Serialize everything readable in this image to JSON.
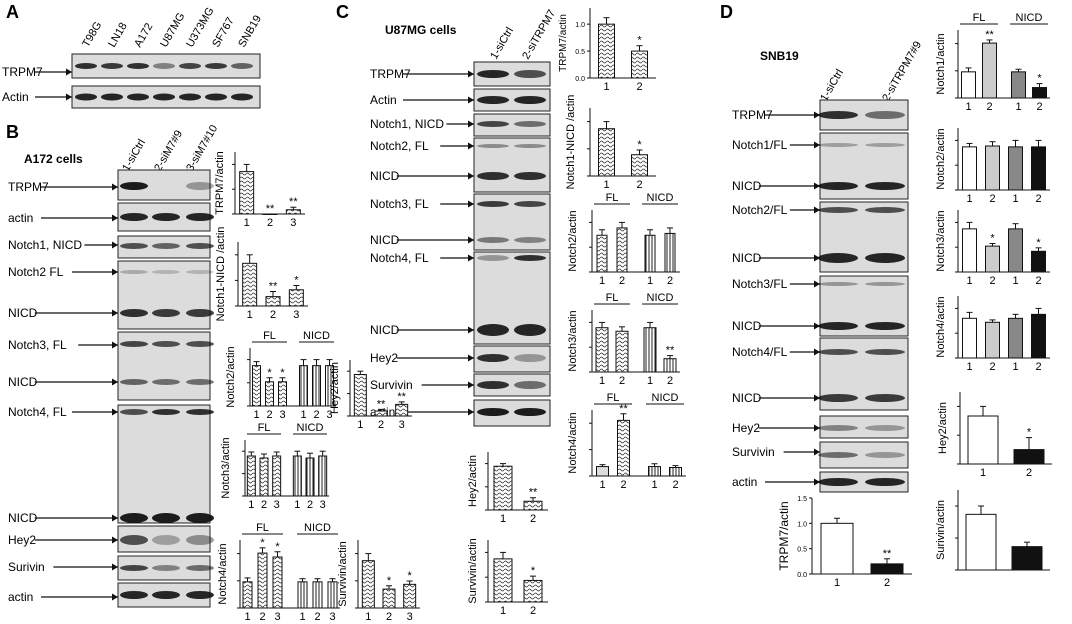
{
  "panels": {
    "A": {
      "letter": "A",
      "cell_lines": [
        "T98G",
        "LN18",
        "A172",
        "U87MG",
        "U373MG",
        "SF767",
        "SNB19"
      ],
      "blots": [
        "TRPM7",
        "Actin"
      ]
    },
    "B": {
      "letter": "B",
      "cell_label": "A172  cells",
      "lanes": [
        "1-siCtrl",
        "2-siM7#9",
        "3-siM7#10"
      ],
      "blots": [
        "TRPM7",
        "actin",
        "Notch1, NICD",
        "Notch2  FL",
        "NICD",
        "Notch3,  FL",
        "NICD",
        "Notch4, FL",
        "NICD",
        "Hey2",
        "Surivin",
        "actin"
      ]
    },
    "C": {
      "letter": "C",
      "cell_label": "U87MG cells",
      "lanes": [
        "1-siCtrl",
        "2-siTRPM7"
      ],
      "blots": [
        "TRPM7",
        "Actin",
        "Notch1, NICD",
        "Notch2,  FL",
        "NICD",
        "Notch3,  FL",
        "NICD",
        "Notch4,  FL",
        "NICD",
        "Hey2",
        "Survivin",
        "actin"
      ]
    },
    "D": {
      "letter": "D",
      "cell_label": "SNB19",
      "lanes": [
        "1-siCtrl",
        "2-siTRPM7#9"
      ],
      "blots": [
        "TRPM7",
        "Notch1/FL",
        "NICD",
        "Notch2/FL",
        "NICD",
        "Notch3/FL",
        "NICD",
        "Notch4/FL",
        "NICD",
        "Hey2",
        "Survivin",
        "actin"
      ]
    }
  },
  "chart_data": [
    {
      "id": "B-trpm7",
      "type": "bar",
      "ylabel": "TRPM7/actin",
      "categories": [
        "1",
        "2",
        "3"
      ],
      "values": [
        1.0,
        0.0,
        0.1
      ],
      "errors": [
        0.17,
        0,
        0.06
      ],
      "sig": [
        "",
        "**",
        "**"
      ]
    },
    {
      "id": "B-notch1",
      "type": "bar",
      "ylabel": "Notch1-NICD /actin",
      "categories": [
        "1",
        "2",
        "3"
      ],
      "values": [
        1.0,
        0.22,
        0.38
      ],
      "errors": [
        0.2,
        0.12,
        0.1
      ],
      "sig": [
        "",
        "**",
        "*"
      ]
    },
    {
      "id": "B-notch2",
      "type": "bar",
      "ylabel": "Notch2/actin",
      "categories": [
        "1",
        "2",
        "3",
        "1",
        "2",
        "3"
      ],
      "groups": [
        "FL",
        "NICD"
      ],
      "values": [
        1.0,
        0.6,
        0.6,
        1.0,
        1.0,
        1.0
      ],
      "errors": [
        0.1,
        0.1,
        0.1,
        0.15,
        0.15,
        0.15
      ],
      "sig": [
        "",
        "*",
        "*",
        "",
        "",
        ""
      ]
    },
    {
      "id": "B-notch3",
      "type": "bar",
      "ylabel": "Notch3/actin",
      "categories": [
        "1",
        "2",
        "3",
        "1",
        "2",
        "3"
      ],
      "groups": [
        "FL",
        "NICD"
      ],
      "values": [
        1.0,
        0.95,
        1.0,
        1.0,
        0.95,
        1.0
      ],
      "errors": [
        0.1,
        0.1,
        0.1,
        0.12,
        0.12,
        0.12
      ],
      "sig": [
        "",
        "",
        "",
        "",
        "",
        ""
      ]
    },
    {
      "id": "B-hey2",
      "type": "bar",
      "ylabel": "Hey2/actin",
      "categories": [
        "1",
        "2",
        "3"
      ],
      "values": [
        1.0,
        0.12,
        0.28
      ],
      "errors": [
        0.08,
        0.04,
        0.06
      ],
      "sig": [
        "",
        "**",
        "**"
      ]
    },
    {
      "id": "B-notch4",
      "type": "bar",
      "ylabel": "Notch4/actin",
      "categories": [
        "1",
        "2",
        "3",
        "1",
        "2",
        "3"
      ],
      "groups": [
        "FL",
        "NICD"
      ],
      "values": [
        1.0,
        2.1,
        1.95,
        1.0,
        1.0,
        1.0
      ],
      "errors": [
        0.15,
        0.2,
        0.2,
        0.12,
        0.12,
        0.12
      ],
      "sig": [
        "",
        "*",
        "*",
        "",
        "",
        ""
      ]
    },
    {
      "id": "B-survivin",
      "type": "bar",
      "ylabel": "Survivin/actin",
      "categories": [
        "1",
        "2",
        "3"
      ],
      "values": [
        1.0,
        0.4,
        0.5
      ],
      "errors": [
        0.15,
        0.07,
        0.07
      ],
      "sig": [
        "",
        "*",
        "*"
      ]
    },
    {
      "id": "C-trpm7",
      "type": "bar",
      "ylabel": "TRPM7/actin",
      "yticks": [
        "0.0",
        "0.5",
        "1.0"
      ],
      "ylim": [
        0,
        1.3
      ],
      "categories": [
        "1",
        "2"
      ],
      "values": [
        1.0,
        0.5
      ],
      "errors": [
        0.12,
        0.1
      ],
      "sig": [
        "",
        "*"
      ]
    },
    {
      "id": "C-notch1",
      "type": "bar",
      "ylabel": "Notch1-NICD /actin",
      "categories": [
        "1",
        "2"
      ],
      "values": [
        1.0,
        0.45
      ],
      "errors": [
        0.15,
        0.1
      ],
      "sig": [
        "",
        "*"
      ]
    },
    {
      "id": "C-notch2",
      "type": "bar",
      "ylabel": "Notch2/actin",
      "categories": [
        "1",
        "2",
        "1",
        "2"
      ],
      "groups": [
        "FL",
        "NICD"
      ],
      "values": [
        1.0,
        1.2,
        1.0,
        1.05
      ],
      "errors": [
        0.15,
        0.15,
        0.15,
        0.15
      ],
      "sig": [
        "",
        "",
        "",
        ""
      ]
    },
    {
      "id": "C-notch3",
      "type": "bar",
      "ylabel": "Notch3/actin",
      "categories": [
        "1",
        "2",
        "1",
        "2"
      ],
      "groups": [
        "FL",
        "NICD"
      ],
      "values": [
        1.0,
        0.92,
        1.0,
        0.3
      ],
      "errors": [
        0.12,
        0.1,
        0.12,
        0.07
      ],
      "sig": [
        "",
        "",
        "",
        "**"
      ]
    },
    {
      "id": "C-notch4",
      "type": "bar",
      "ylabel": "Notch4/actin",
      "categories": [
        "1",
        "2",
        "1",
        "2"
      ],
      "groups": [
        "FL",
        "NICD"
      ],
      "values": [
        1.0,
        5.9,
        1.0,
        0.9
      ],
      "errors": [
        0.2,
        0.7,
        0.3,
        0.2
      ],
      "sig": [
        "",
        "**",
        "",
        ""
      ]
    },
    {
      "id": "C-hey2",
      "type": "bar",
      "ylabel": "Hey2/actin",
      "categories": [
        "1",
        "2"
      ],
      "values": [
        1.0,
        0.2
      ],
      "errors": [
        0.06,
        0.08
      ],
      "sig": [
        "",
        "**"
      ]
    },
    {
      "id": "C-survivin",
      "type": "bar",
      "ylabel": "Survivin/actin",
      "categories": [
        "1",
        "2"
      ],
      "values": [
        1.0,
        0.5
      ],
      "errors": [
        0.15,
        0.1
      ],
      "sig": [
        "",
        "*"
      ]
    },
    {
      "id": "D-notch1",
      "type": "bar",
      "ylabel": "Notch1/actin",
      "categories": [
        "1",
        "2",
        "1",
        "2"
      ],
      "groups": [
        "FL",
        "NICD"
      ],
      "values": [
        1.0,
        2.1,
        1.0,
        0.4
      ],
      "errors": [
        0.15,
        0.12,
        0.1,
        0.15
      ],
      "sig": [
        "",
        "**",
        "",
        "*"
      ]
    },
    {
      "id": "D-notch2",
      "type": "bar",
      "ylabel": "Notch2/actin",
      "categories": [
        "1",
        "2",
        "1",
        "2"
      ],
      "values": [
        1.0,
        1.02,
        1.0,
        1.0
      ],
      "errors": [
        0.08,
        0.1,
        0.15,
        0.15
      ],
      "sig": [
        "",
        "",
        "",
        ""
      ]
    },
    {
      "id": "D-notch3",
      "type": "bar",
      "ylabel": "Notch3/actin",
      "categories": [
        "1",
        "2",
        "1",
        "2"
      ],
      "values": [
        1.0,
        0.6,
        1.0,
        0.48
      ],
      "errors": [
        0.15,
        0.06,
        0.12,
        0.08
      ],
      "sig": [
        "",
        "*",
        "",
        "*"
      ]
    },
    {
      "id": "D-notch4",
      "type": "bar",
      "ylabel": "Notch4/actin",
      "categories": [
        "1",
        "2",
        "1",
        "2"
      ],
      "values": [
        1.0,
        0.9,
        1.0,
        1.1
      ],
      "errors": [
        0.15,
        0.06,
        0.1,
        0.15
      ],
      "sig": [
        "",
        "",
        "",
        ""
      ]
    },
    {
      "id": "D-hey2",
      "type": "bar",
      "ylabel": "Hey2/actin",
      "categories": [
        "1",
        "2"
      ],
      "values": [
        1.0,
        0.3
      ],
      "errors": [
        0.2,
        0.25
      ],
      "sig": [
        "",
        "*"
      ]
    },
    {
      "id": "D-trpm7",
      "type": "bar",
      "ylabel": "TRPM7/actin",
      "yticks": [
        "0.0",
        "0.5",
        "1.0",
        "1.5"
      ],
      "ylim": [
        0,
        1.5
      ],
      "categories": [
        "1",
        "2"
      ],
      "values": [
        1.0,
        0.2
      ],
      "errors": [
        0.1,
        0.1
      ],
      "sig": [
        "",
        "**"
      ]
    },
    {
      "id": "D-survivin",
      "type": "bar",
      "ylabel": "Surivin/actin",
      "categories": [
        "",
        ""
      ],
      "values": [
        1.0,
        0.42
      ],
      "errors": [
        0.15,
        0.08
      ],
      "sig": [
        "",
        ""
      ]
    }
  ]
}
